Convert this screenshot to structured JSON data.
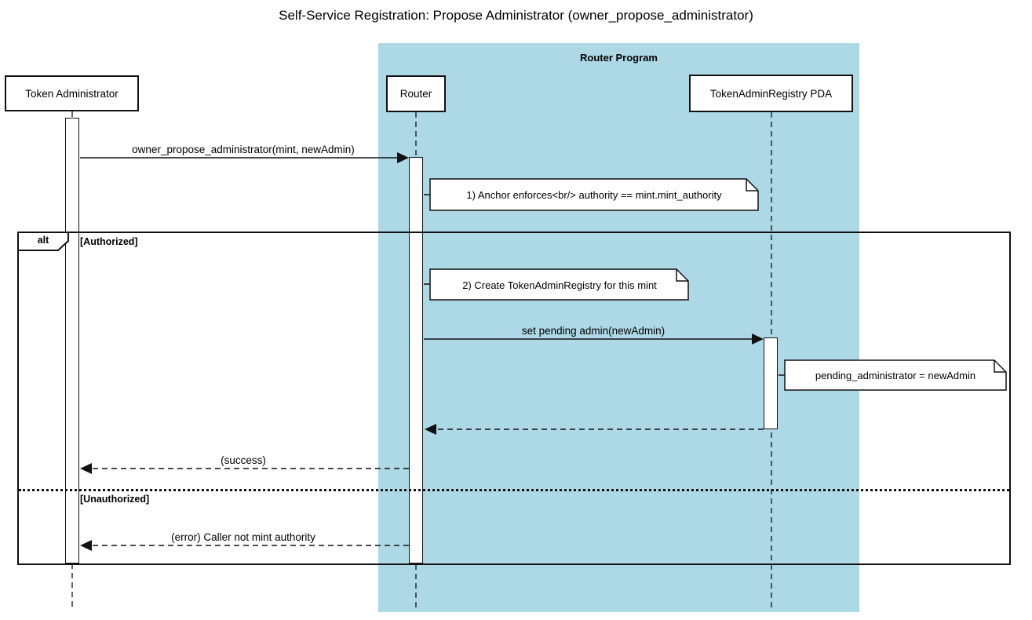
{
  "diagram": {
    "title": "Self-Service Registration: Propose Administrator (owner_propose_administrator)"
  },
  "container": {
    "label": "Router Program",
    "fill": "#add8e6"
  },
  "participants": [
    {
      "name": "Token Administrator"
    },
    {
      "name": "Router"
    },
    {
      "name": "TokenAdminRegistry PDA"
    }
  ],
  "messages": {
    "propose": "owner_propose_administrator(mint, newAdmin)",
    "set_pending": "set pending admin(newAdmin)",
    "success": "(success)",
    "error": "(error) Caller not mint authority"
  },
  "notes": [
    {
      "text": "1) Anchor enforces<br/> authority == mint.mint_authority"
    },
    {
      "text": "2) Create TokenAdminRegistry for this mint"
    },
    {
      "text": "pending_administrator = newAdmin"
    }
  ],
  "alt_frame": {
    "operator": "alt",
    "guard_authorized": "[Authorized]",
    "guard_unauthorized": "[Unauthorized]"
  },
  "colors": {
    "line": "#111111",
    "container_fill": "#add8e6",
    "box_fill": "#ffffff"
  }
}
